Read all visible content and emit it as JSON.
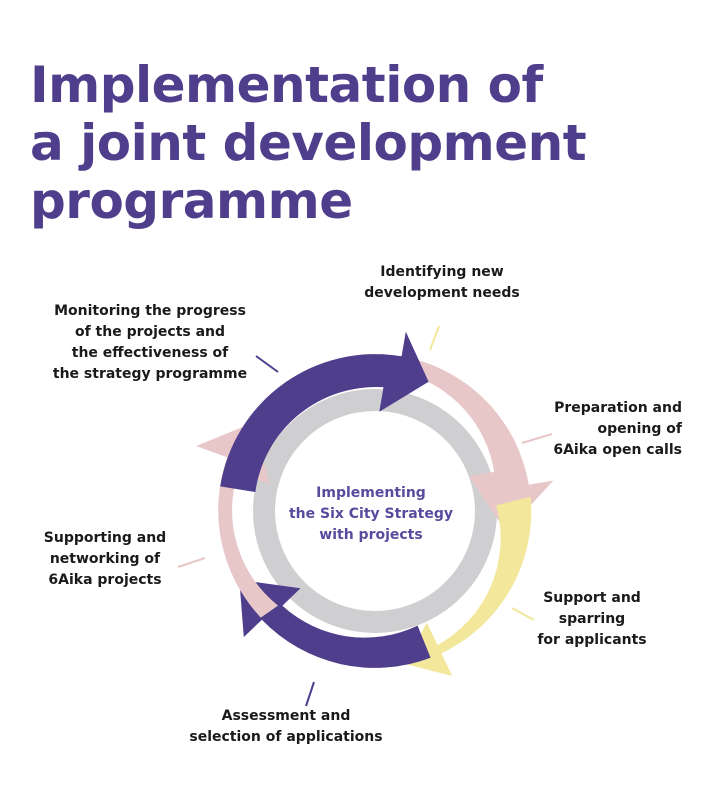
{
  "title": {
    "lines": [
      "Implementation of",
      "a joint development",
      "programme"
    ]
  },
  "center": {
    "lines": [
      "Implementing",
      "the Six City Strategy",
      "with projects"
    ]
  },
  "steps": [
    {
      "lines": [
        "Identifying new",
        "development needs"
      ]
    },
    {
      "lines": [
        "Preparation and",
        "opening of",
        "6Aika open calls"
      ]
    },
    {
      "lines": [
        "Support and",
        "sparring",
        "for applicants"
      ]
    },
    {
      "lines": [
        "Assessment and",
        "selection of applications"
      ]
    },
    {
      "lines": [
        "Supporting and",
        "networking of",
        "6Aika projects"
      ]
    },
    {
      "lines": [
        "Monitoring the progress",
        "of the projects and",
        "the effectiveness of",
        "the strategy programme"
      ]
    }
  ],
  "colors": {
    "title": "#4f3e8c",
    "purple_arrow": "#4f3e8c",
    "pink_arrow": "#e8c7c9",
    "yellow_arrow": "#f2e79b",
    "inner_ring": "#cfcfd1",
    "center_text": "#5a4a9e"
  }
}
